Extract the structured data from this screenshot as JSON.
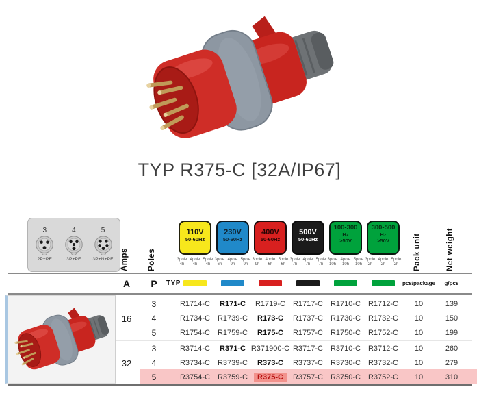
{
  "title": "TYP R375-C [32A/IP67]",
  "colors": {
    "badge_yellow": "#f7e71c",
    "badge_blue": "#2089c9",
    "badge_red": "#d8201f",
    "badge_black": "#1b1b1b",
    "badge_green": "#00a23c",
    "highlight_row": "#f9c6c6",
    "highlight_cell": "#f2928c",
    "plug_red": "#cf2d27",
    "plug_gray_ring": "#8d97a2"
  },
  "pictogram_panel": {
    "items": [
      {
        "number": "3",
        "label": "2P+PE"
      },
      {
        "number": "4",
        "label": "3P+PE"
      },
      {
        "number": "5",
        "label": "3P+N+PE"
      }
    ]
  },
  "header": {
    "amps": "Amps",
    "poles": "Poles",
    "pack_unit": "Pack unit",
    "net_weight": "Net weight",
    "voltages": [
      {
        "title": "110V",
        "sub1": "50-60Hz",
        "sub2": "",
        "color": "#f7e71c",
        "poles": [
          {
            "p": "3pole",
            "h": "4h"
          },
          {
            "p": "4pole",
            "h": "4h"
          },
          {
            "p": "5pole",
            "h": "4h"
          }
        ]
      },
      {
        "title": "230V",
        "sub1": "50-60Hz",
        "sub2": "",
        "color": "#2089c9",
        "poles": [
          {
            "p": "3pole",
            "h": "6h"
          },
          {
            "p": "4pole",
            "h": "9h"
          },
          {
            "p": "5pole",
            "h": "9h"
          }
        ]
      },
      {
        "title": "400V",
        "sub1": "50-60Hz",
        "sub2": "",
        "color": "#d8201f",
        "poles": [
          {
            "p": "3pole",
            "h": "9h"
          },
          {
            "p": "4pole",
            "h": "6h"
          },
          {
            "p": "5pole",
            "h": "6h"
          }
        ]
      },
      {
        "title": "500V",
        "sub1": "50-60Hz",
        "sub2": "",
        "color": "#1b1b1b",
        "poles": [
          {
            "p": "3pole",
            "h": "7h"
          },
          {
            "p": "4pole",
            "h": "7h"
          },
          {
            "p": "5pole",
            "h": "7h"
          }
        ]
      },
      {
        "title": "100-300",
        "sub1": "Hz",
        "sub2": ">50V",
        "color": "#00a23c",
        "poles": [
          {
            "p": "3pole",
            "h": "10h"
          },
          {
            "p": "4pole",
            "h": "10h"
          },
          {
            "p": "5pole",
            "h": "10h"
          }
        ]
      },
      {
        "title": "300-500",
        "sub1": "Hz",
        "sub2": ">50V",
        "color": "#00a23c",
        "poles": [
          {
            "p": "3pole",
            "h": "2h"
          },
          {
            "p": "4pole",
            "h": "2h"
          },
          {
            "p": "5pole",
            "h": "2h"
          }
        ]
      }
    ]
  },
  "subheader": {
    "amps": "A",
    "poles": "P",
    "typ": "TYP",
    "pack": "pcs/package",
    "weight": "g/pcs"
  },
  "table": {
    "groups": [
      {
        "amps": "16",
        "rows": [
          {
            "poles": "3",
            "cells": [
              "R1714-C",
              "R171-C",
              "R1719-C",
              "R1717-C",
              "R1710-C",
              "R1712-C"
            ],
            "pack": "10",
            "weight": "139"
          },
          {
            "poles": "4",
            "cells": [
              "R1734-C",
              "R1739-C",
              "R173-C",
              "R1737-C",
              "R1730-C",
              "R1732-C"
            ],
            "pack": "10",
            "weight": "150"
          },
          {
            "poles": "5",
            "cells": [
              "R1754-C",
              "R1759-C",
              "R175-C",
              "R1757-C",
              "R1750-C",
              "R1752-C"
            ],
            "pack": "10",
            "weight": "199"
          }
        ]
      },
      {
        "amps": "32",
        "rows": [
          {
            "poles": "3",
            "cells": [
              "R3714-C",
              "R371-C",
              "R371900-C",
              "R3717-C",
              "R3710-C",
              "R3712-C"
            ],
            "pack": "10",
            "weight": "260"
          },
          {
            "poles": "4",
            "cells": [
              "R3734-C",
              "R3739-C",
              "R373-C",
              "R3737-C",
              "R3730-C",
              "R3732-C"
            ],
            "pack": "10",
            "weight": "279"
          },
          {
            "poles": "5",
            "cells": [
              "R3754-C",
              "R3759-C",
              "R375-C",
              "R3757-C",
              "R3750-C",
              "R3752-C"
            ],
            "pack": "10",
            "weight": "310"
          }
        ]
      }
    ]
  }
}
